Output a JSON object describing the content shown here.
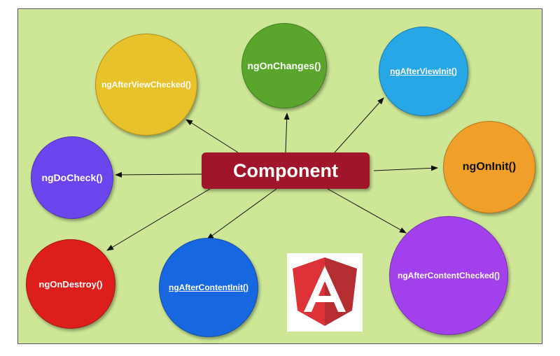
{
  "diagram": {
    "center": {
      "label": "Component",
      "color": "#a0152a"
    },
    "background_color": "#cde796",
    "nodes": [
      {
        "id": "ngAfterViewChecked",
        "label": "ngAfterViewChecked()",
        "color": "#e7c22a",
        "underline": false
      },
      {
        "id": "ngOnChanges",
        "label": "ngOnChanges()",
        "color": "#5aa62c",
        "underline": false
      },
      {
        "id": "ngAfterViewInit",
        "label": "ngAfterViewInit()",
        "color": "#27a7e6",
        "underline": true
      },
      {
        "id": "ngOnInit",
        "label": "ngOnInit()",
        "color": "#f0a02a",
        "underline": false
      },
      {
        "id": "ngDoCheck",
        "label": "ngDoCheck()",
        "color": "#6b46ee",
        "underline": false
      },
      {
        "id": "ngOnDestroy",
        "label": "ngOnDestroy()",
        "color": "#dd1f1c",
        "underline": false
      },
      {
        "id": "ngAfterContentInit",
        "label": "ngAfterContentInit()",
        "color": "#1768e0",
        "underline": true
      },
      {
        "id": "ngAfterContentChecked",
        "label": "ngAfterContentChecked()",
        "color": "#a241ec",
        "underline": false
      }
    ],
    "edges": [
      {
        "from": "Component",
        "to": "ngAfterViewChecked"
      },
      {
        "from": "Component",
        "to": "ngOnChanges"
      },
      {
        "from": "Component",
        "to": "ngAfterViewInit"
      },
      {
        "from": "Component",
        "to": "ngOnInit"
      },
      {
        "from": "Component",
        "to": "ngDoCheck"
      },
      {
        "from": "Component",
        "to": "ngOnDestroy"
      },
      {
        "from": "Component",
        "to": "ngAfterContentInit"
      },
      {
        "from": "Component",
        "to": "ngAfterContentChecked"
      }
    ],
    "logo": {
      "icon": "angular-logo-icon",
      "letter": "A",
      "colors": {
        "shield_light": "#dd3338",
        "shield_dark": "#b52e31",
        "letter": "#ffffff"
      }
    }
  }
}
